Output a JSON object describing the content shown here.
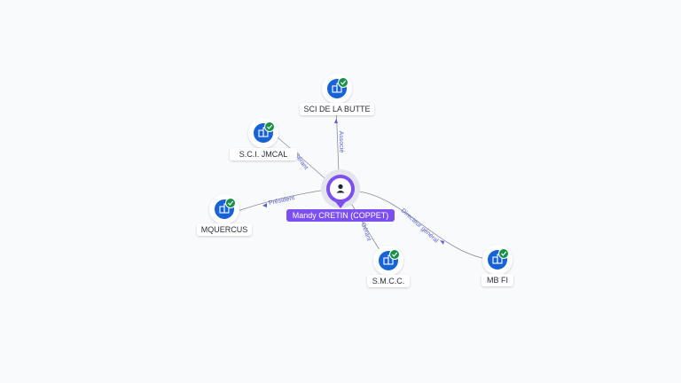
{
  "center": {
    "name": "Mandy CRETIN (COPPET)",
    "icon": "person-icon",
    "color": "#7b4ff0"
  },
  "companies": [
    {
      "id": "sci-de-la-butte",
      "name": "SCI DE LA BUTTE",
      "relation": "Associé",
      "icon": "building-icon",
      "badge": "verified-check-icon"
    },
    {
      "id": "sci-jmcal",
      "name": "S.C.I. JMCAL",
      "relation": "Gérant",
      "icon": "building-icon",
      "badge": "verified-check-icon"
    },
    {
      "id": "mquercus",
      "name": "MQUERCUS",
      "relation": "Président",
      "icon": "building-icon",
      "badge": "verified-check-icon"
    },
    {
      "id": "smcc",
      "name": "S.M.C.C.",
      "relation": "Gérant",
      "icon": "building-icon",
      "badge": "verified-check-icon"
    },
    {
      "id": "mb-fi",
      "name": "MB FI",
      "relation": "Directeur général",
      "icon": "building-icon",
      "badge": "verified-check-icon"
    }
  ],
  "colors": {
    "company_icon": "#1763d6",
    "badge": "#1a8f4a",
    "edge": "#8a8d96",
    "edge_label": "#5a5fd6",
    "center": "#7b4ff0"
  }
}
